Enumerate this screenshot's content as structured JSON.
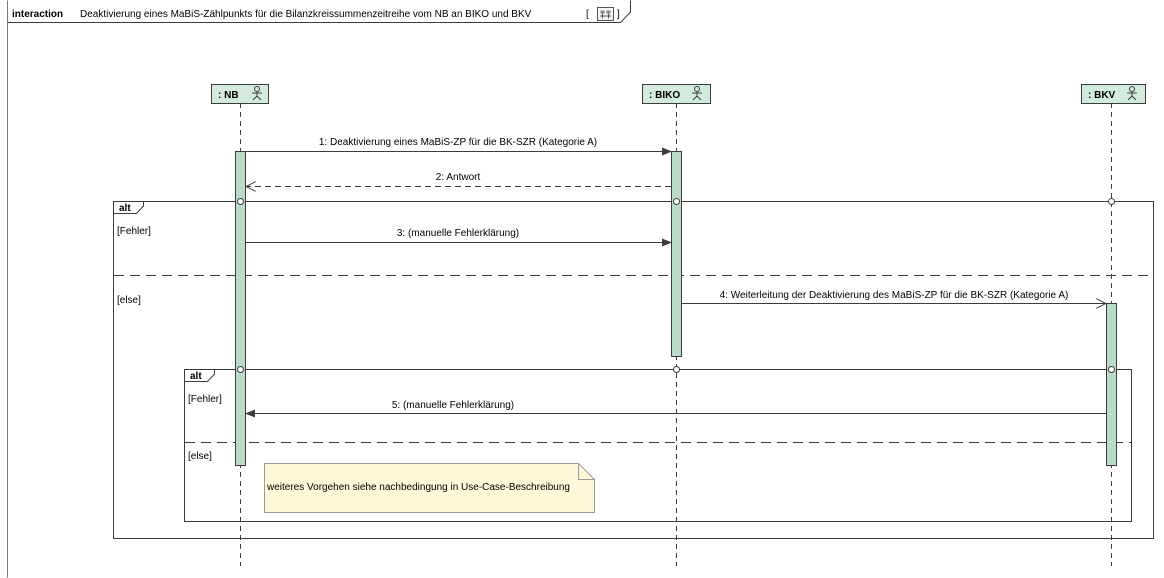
{
  "frame": {
    "keyword": "interaction",
    "title": "Deaktivierung eines MaBiS-Zählpunkts für die Bilanzkreissummenzeitreihe  vom NB an BIKO und BKV",
    "bracket_open": "[",
    "bracket_close": "]",
    "icon": "diagram-icon"
  },
  "lifelines": [
    {
      "label": ": NB",
      "icon": "actor-icon"
    },
    {
      "label": ": BIKO",
      "icon": "actor-icon"
    },
    {
      "label": ": BKV",
      "icon": "actor-icon"
    }
  ],
  "messages": [
    {
      "label": "1: Deaktivierung eines MaBiS-ZP für die BK-SZR (Kategorie A)",
      "type": "sync"
    },
    {
      "label": "2: Antwort",
      "type": "reply"
    },
    {
      "label": "3: (manuelle Fehlerklärung)",
      "type": "sync"
    },
    {
      "label": "4: Weiterleitung der Deaktivierung des MaBiS-ZP für die BK-SZR (Kategorie A)",
      "type": "async"
    },
    {
      "label": "5: (manuelle Fehlerklärung)",
      "type": "sync"
    }
  ],
  "fragments": [
    {
      "operator": "alt",
      "guards": [
        "[Fehler]",
        "[else]"
      ]
    },
    {
      "operator": "alt",
      "guards": [
        "[Fehler]",
        "[else]"
      ]
    }
  ],
  "note": {
    "text": "weiteres Vorgehen siehe nachbedingung in Use-Case-Beschreibung"
  },
  "colors": {
    "lifeline_fill": "#d3ebdc",
    "activation_fill": "#b9dcc9",
    "note_fill": "#fff8d8",
    "line": "#3c3c3c"
  }
}
